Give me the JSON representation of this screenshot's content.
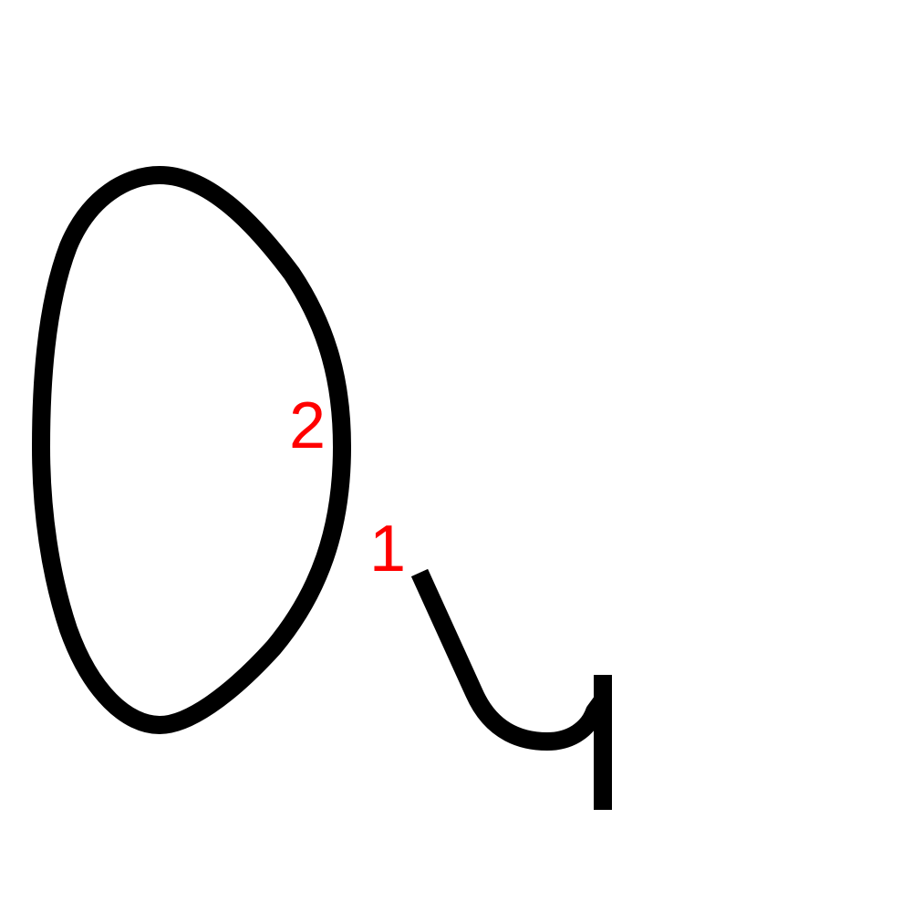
{
  "stroke_color": "#000000",
  "label_color": "#ff0000",
  "strokes": [
    {
      "id": "stroke-1",
      "label": "1"
    },
    {
      "id": "stroke-2",
      "label": "2"
    }
  ]
}
